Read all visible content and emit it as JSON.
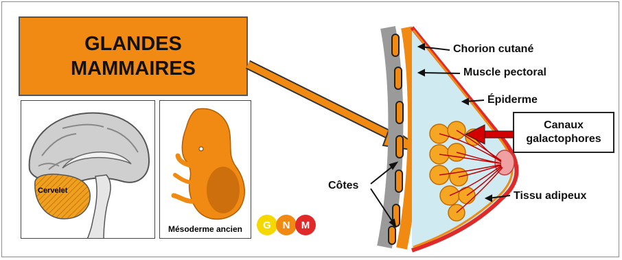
{
  "title": {
    "line1": "GLANDES",
    "line2": "MAMMAIRES"
  },
  "brain_panel": {
    "region_label": "Cervelet"
  },
  "embryo_panel": {
    "caption": "Mésoderme ancien"
  },
  "labels": {
    "chorion": "Chorion cutané",
    "muscle": "Muscle pectoral",
    "epiderme": "Épiderme",
    "canaux_line1": "Canaux",
    "canaux_line2": "galactophores",
    "tissu": "Tissu adipeux",
    "cotes": "Côtes"
  },
  "logo": {
    "letters": [
      "G",
      "N",
      "M"
    ],
    "colors": [
      "#f5d800",
      "#f08a13",
      "#e02a2a"
    ]
  },
  "colors": {
    "accent_orange": "#f08a13",
    "arrow_red": "#d40000"
  }
}
